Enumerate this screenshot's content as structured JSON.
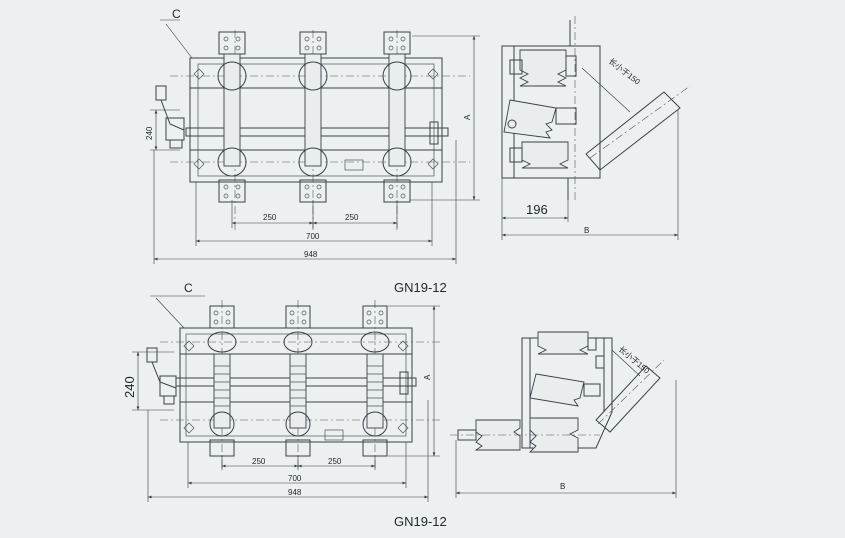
{
  "top_view": {
    "label_c": "C",
    "dim_250_left": "250",
    "dim_250_right": "250",
    "dim_700": "700",
    "dim_948": "948",
    "dim_240": "240",
    "dim_a": "A",
    "model": "GN19-12"
  },
  "top_side": {
    "dim_196": "196",
    "dim_b": "B",
    "note": "长小于150"
  },
  "bottom_view": {
    "label_c": "C",
    "dim_250_left": "250",
    "dim_250_right": "250",
    "dim_700": "700",
    "dim_948": "948",
    "dim_240": "240",
    "dim_a": "A",
    "model": "GN19-12"
  },
  "bottom_side": {
    "dim_b": "B",
    "note": "长小于150"
  },
  "colors": {
    "background": "#ecf0f1",
    "line": "#3a4048"
  }
}
